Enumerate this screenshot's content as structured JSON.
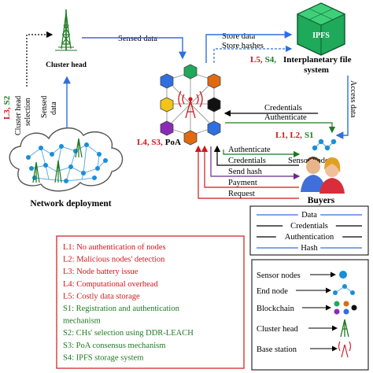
{
  "colors": {
    "red": "#d0161b",
    "green": "#1e7a22",
    "blue": "#2f6fe0",
    "node_blue": "#1a8fd6",
    "node_edge": "#5aaee8",
    "ipfs": "#1fa95a",
    "cloud": "#555555"
  },
  "icons": {
    "cluster_head": "tower-icon",
    "base_station": "antenna-icon",
    "ipfs": "cube-icon",
    "buyers": "people-icon",
    "sensor_nodes": "sensor-icon",
    "blockchain": "hexagon-cluster-icon"
  },
  "labels": {
    "cluster_head": "Cluster head",
    "network_deployment": "Network deployment",
    "sensed_data_top": "Sensed data",
    "sensed_data_vert_1": "Sensed",
    "sensed_data_vert_2": "data",
    "cluster_head_selection_1": "Cluster head",
    "cluster_head_selection_2": "selection",
    "l3": "L3,",
    "s2": "S2",
    "store_data": "Store data",
    "store_hashes": "Store hashes",
    "ipfs": "IPFS",
    "l5": "L5,",
    "s4": "S4,",
    "ipfs_title_1": "Interplanetary file",
    "ipfs_title_2": "system",
    "access_data": "Access data",
    "credentials_1": "Credentials",
    "authenticate_1": "Authenticate",
    "l1l2": "L1, L2,",
    "s1": "S1",
    "sensor_nodes": "Sensor nodes",
    "l4s3": "L4, S3,",
    "poa": "PoA",
    "authenticate_2": "Authenticate",
    "credentials_2": "Credentials",
    "send_hash": "Send hash",
    "payment": "Payment",
    "request": "Request",
    "buyers": "Buyers"
  },
  "arrow_legend": [
    {
      "label": "Data",
      "color": "#2f6fe0"
    },
    {
      "label": "Credentials",
      "color": "#000000"
    },
    {
      "label": "Authentication",
      "color": "#000000"
    },
    {
      "label": "Hash",
      "color": "#2f6fe0"
    }
  ],
  "limitations": [
    {
      "text": "L1: No authentication of nodes",
      "color": "red"
    },
    {
      "text": "L2: Malicious nodes' detection",
      "color": "red"
    },
    {
      "text": "L3: Node battery issue",
      "color": "red"
    },
    {
      "text": "L4: Computational overhead",
      "color": "red"
    },
    {
      "text": "L5: Costly data storage",
      "color": "red"
    },
    {
      "text": "S1: Registration and authentication",
      "color": "green"
    },
    {
      "text": "mechanism",
      "color": "green"
    },
    {
      "text": "S2: CHs' selection using DDR-LEACH",
      "color": "green"
    },
    {
      "text": "S3: PoA consensus mechanism",
      "color": "green"
    },
    {
      "text": "S4: IPFS storage system",
      "color": "green"
    }
  ],
  "symbol_legend": {
    "sensor_nodes": "Sensor nodes",
    "end_node": "End node",
    "blockchain": "Blockchain",
    "cluster_head": "Cluster head",
    "base_station": "Base station"
  }
}
